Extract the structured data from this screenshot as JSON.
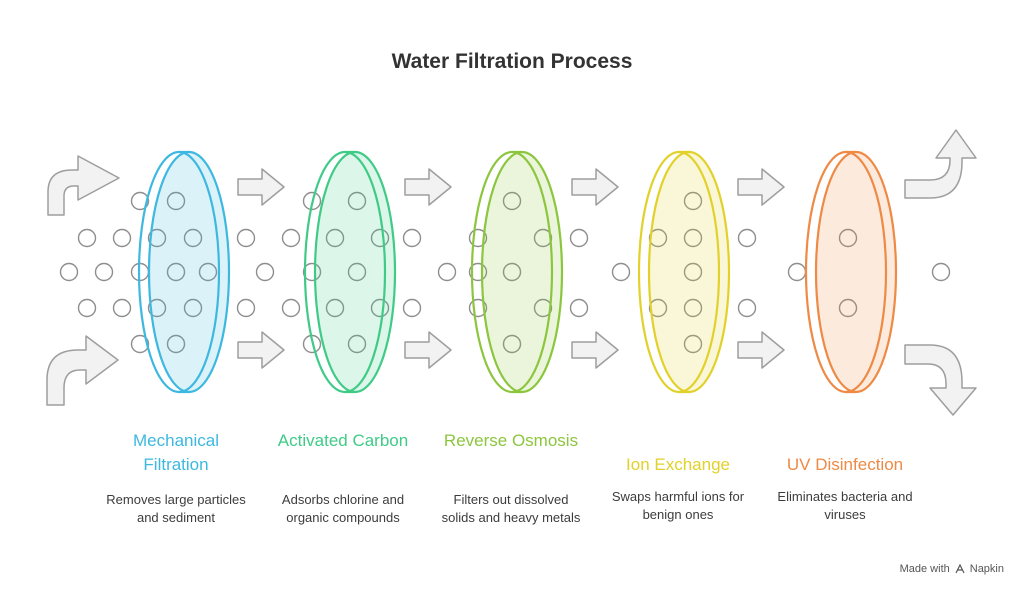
{
  "title": "Water Filtration Process",
  "stages": [
    {
      "label": "Mechanical Filtration",
      "description": "Removes large particles and sediment",
      "color": "#3db8e0"
    },
    {
      "label": "Activated Carbon",
      "description": "Adsorbs chlorine and organic compounds",
      "color": "#3fcb87"
    },
    {
      "label": "Reverse Osmosis",
      "description": "Filters out dissolved solids and heavy metals",
      "color": "#8cc63e"
    },
    {
      "label": "Ion Exchange",
      "description": "Swaps harmful ions for benign ones",
      "color": "#e2d12a"
    },
    {
      "label": "UV Disinfection",
      "description": "Eliminates bacteria and viruses",
      "color": "#ee8a45"
    }
  ],
  "credit": {
    "made_with": "Made with",
    "brand": "Napkin"
  },
  "icons": {
    "flow_arrow": "right-arrow-icon",
    "inlet": "curved-inlet-arrow-icon",
    "outlet": "curved-outlet-arrow-icon",
    "particle": "particle-circle-icon"
  }
}
